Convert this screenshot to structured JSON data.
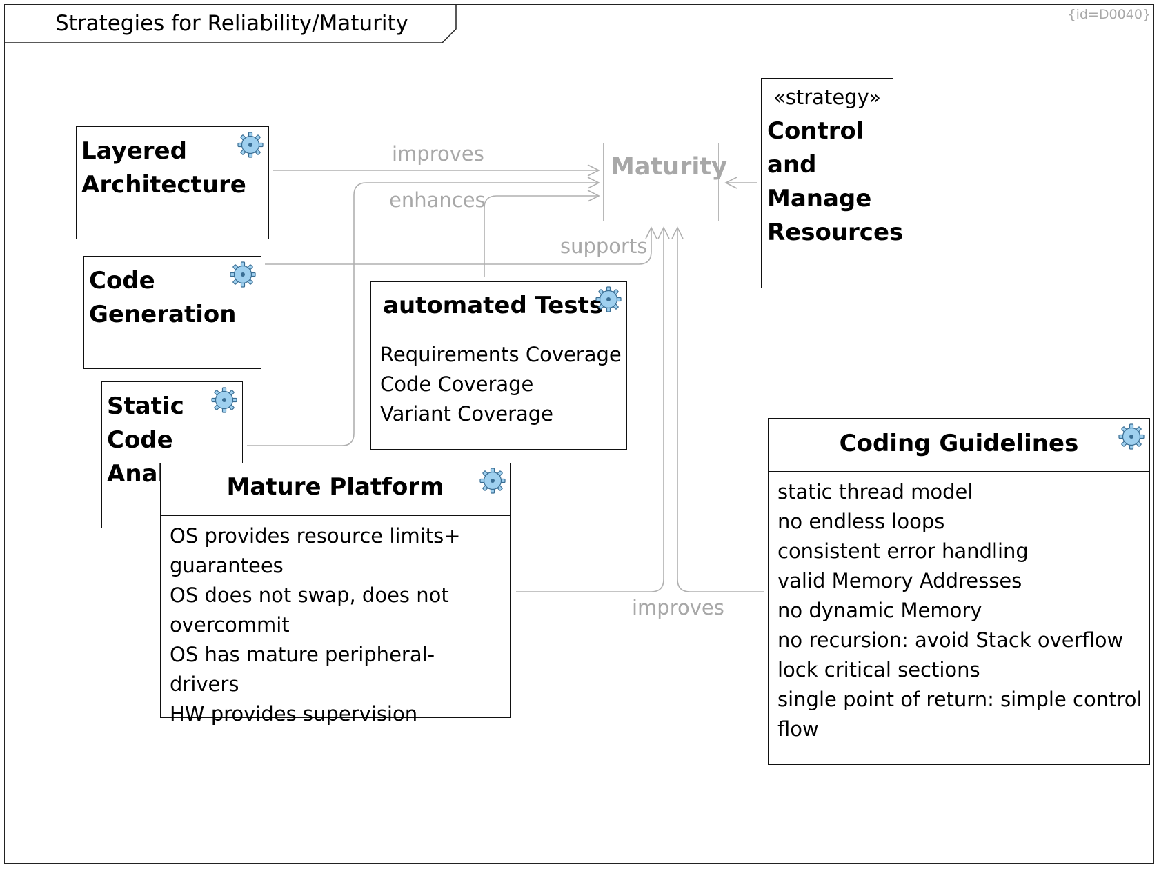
{
  "frame": {
    "title": "Strategies for Reliability/Maturity",
    "diagram_id": "{id=D0040}"
  },
  "colors": {
    "line": "#111111",
    "connector": "#b0b0b0",
    "gear_fill": "#9fd0ef",
    "gear_stroke": "#3a6e94"
  },
  "nodes": {
    "layered_architecture": {
      "title": "Layered Architecture",
      "icon": "gear-icon"
    },
    "code_generation": {
      "title": "Code Generation",
      "icon": "gear-icon"
    },
    "static_code_analysis": {
      "title": "Static Code Analysis",
      "icon": "gear-icon"
    },
    "automated_tests": {
      "title": "automated Tests",
      "icon": "gear-icon",
      "attributes": [
        "Requirements Coverage",
        "Code Coverage",
        "Variant Coverage"
      ]
    },
    "mature_platform": {
      "title": "Mature Platform",
      "icon": "gear-icon",
      "attributes": [
        "OS provides resource limits+ guarantees",
        "OS does not swap, does not overcommit",
        "OS has mature peripheral-drivers",
        "HW provides supervision"
      ]
    },
    "coding_guidelines": {
      "title": "Coding Guidelines",
      "icon": "gear-icon",
      "attributes": [
        "static thread model",
        "no endless loops",
        "consistent error handling",
        "valid Memory Addresses",
        "no dynamic Memory",
        "no recursion: avoid Stack overflow",
        "lock critical sections",
        "single point of return: simple control flow"
      ]
    },
    "control_resources": {
      "stereotype": "«strategy»",
      "title": "Control and Manage Resources"
    },
    "maturity": {
      "title": "Maturity"
    }
  },
  "edges": {
    "improves_top": "improves",
    "enhances": "enhances",
    "supports": "supports",
    "improves_bottom": "improves"
  }
}
